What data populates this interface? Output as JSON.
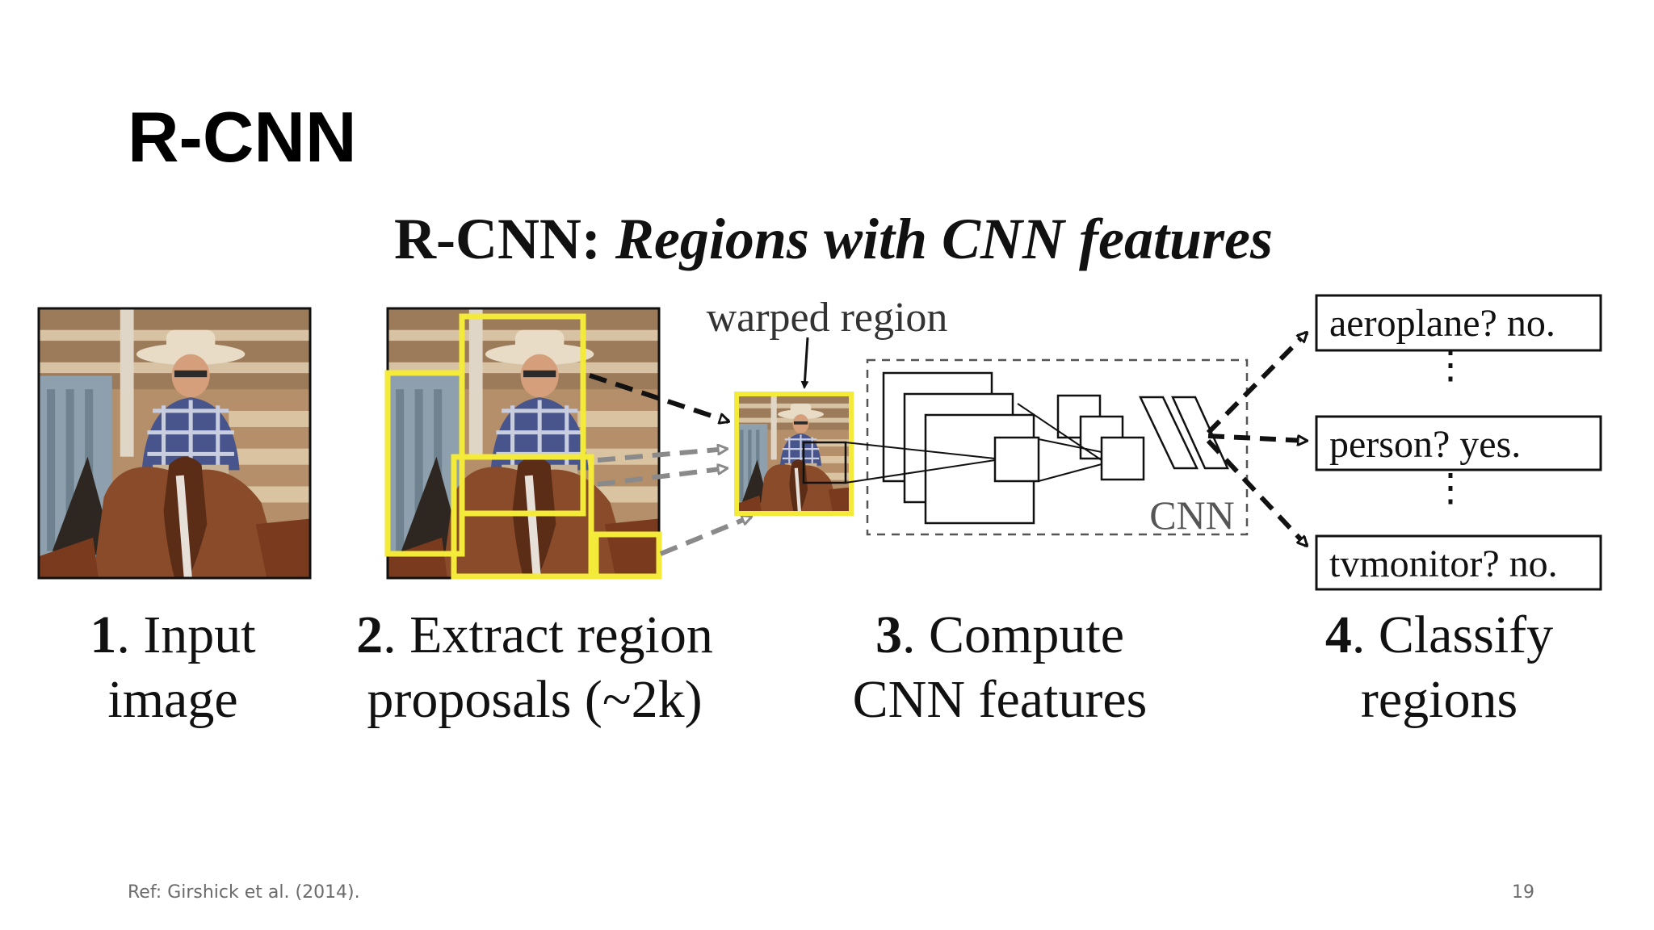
{
  "slide": {
    "title": "R-CNN",
    "reference": "Ref: Girshick et al. (2014).",
    "page_number": "19"
  },
  "figure": {
    "title_prefix": "R-CNN: ",
    "title_italic": "Regions with CNN features",
    "warped_label": "warped region",
    "cnn_label": "CNN",
    "classifications": [
      "aeroplane? no.",
      "person? yes.",
      "tvmonitor? no."
    ],
    "steps": [
      {
        "num": "1",
        "line1": ". Input",
        "line2": "image"
      },
      {
        "num": "2",
        "line1": ". Extract region",
        "line2": "proposals (~2k)"
      },
      {
        "num": "3",
        "line1": ". Compute",
        "line2": "CNN features"
      },
      {
        "num": "4",
        "line1": ". Classify",
        "line2": "regions"
      }
    ]
  },
  "colors": {
    "proposal_box": "#f3ea3a",
    "ink": "#111111",
    "gray_arrow": "#8a8a8a"
  }
}
